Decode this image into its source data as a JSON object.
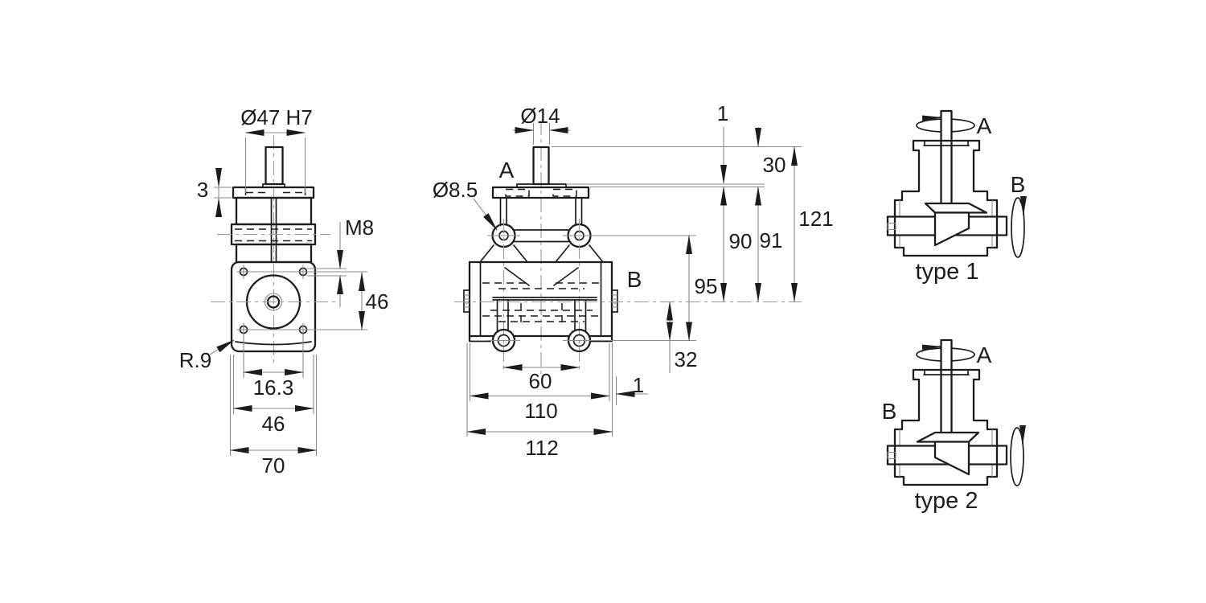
{
  "colors": {
    "line": "#1c1c1c",
    "thin_line": "#8a8a8a",
    "background": "#ffffff"
  },
  "side_view": {
    "dims": {
      "spigot_dia": "Ø47 H7",
      "flange_thickness": "3",
      "thread": "M8",
      "bolt_spacing_vertical": "46",
      "corner_radius": "R.9",
      "slot_width": "16.3",
      "flange_width": "46",
      "overall_width": "70"
    }
  },
  "front_view": {
    "axis_a": "A",
    "axis_b": "B",
    "dims": {
      "shaft_dia": "Ø14",
      "hole_dia": "Ø8.5",
      "step_top": "1",
      "shaft_length": "30",
      "overall_height": "121",
      "height_90": "90",
      "height_91": "91",
      "hole_span": "95",
      "foot_height": "32",
      "bolt_span": "60",
      "body_width": "110",
      "step_right": "1",
      "overall_width": "112"
    }
  },
  "type1": {
    "caption": "type 1",
    "axis_a": "A",
    "axis_b": "B"
  },
  "type2": {
    "caption": "type 2",
    "axis_a": "A",
    "axis_b": "B"
  }
}
